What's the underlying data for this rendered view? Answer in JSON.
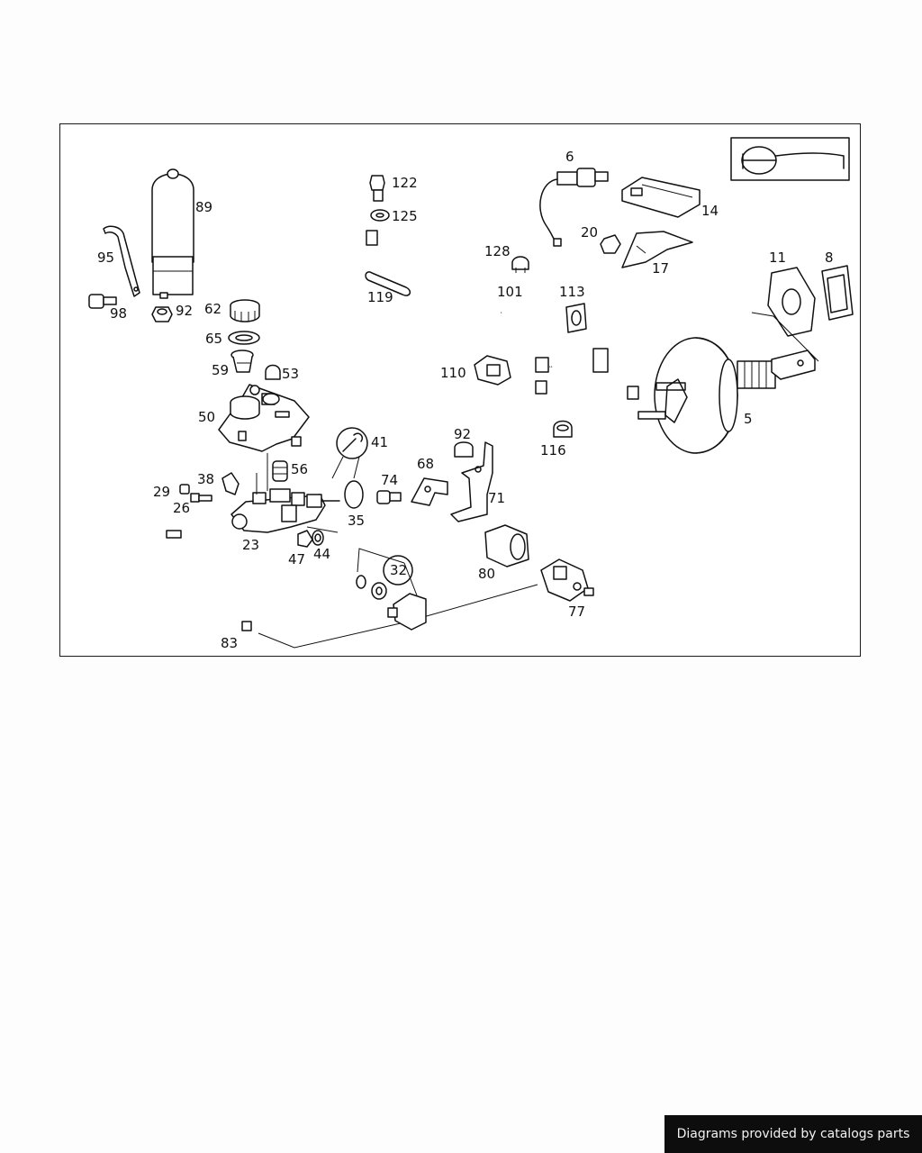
{
  "diagram": {
    "callouts": {
      "p89": "89",
      "p95": "95",
      "p98": "98",
      "p92a": "92",
      "p62": "62",
      "p65": "65",
      "p59": "59",
      "p53": "53",
      "p50": "50",
      "p56": "56",
      "p38": "38",
      "p29": "29",
      "p26": "26",
      "p23": "23",
      "p47": "47",
      "p44": "44",
      "p35": "35",
      "p41": "41",
      "p83": "83",
      "p122": "122",
      "p125": "125",
      "p119": "119",
      "p101": "101",
      "p128": "128",
      "p6": "6",
      "p14": "14",
      "p20": "20",
      "p17": "17",
      "p113": "113",
      "p110": "110",
      "p116": "116",
      "p11": "11",
      "p8": "8",
      "p5": "5",
      "p74": "74",
      "p68": "68",
      "p92b": "92",
      "p71": "71",
      "p80": "80",
      "p32": "32",
      "p77": "77"
    }
  },
  "footer": {
    "credit": "Diagrams provided by catalogs parts"
  }
}
